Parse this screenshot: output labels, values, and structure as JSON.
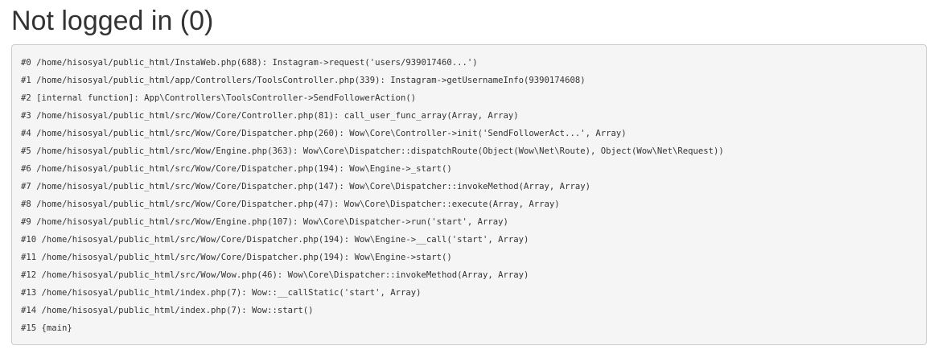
{
  "header": {
    "title": "Not logged in (0)"
  },
  "stack_trace": {
    "lines": [
      "#0 /home/hisosyal/public_html/InstaWeb.php(688): Instagram->request('users/939017460...')",
      "#1 /home/hisosyal/public_html/app/Controllers/ToolsController.php(339): Instagram->getUsernameInfo(9390174608)",
      "#2 [internal function]: App\\Controllers\\ToolsController->SendFollowerAction()",
      "#3 /home/hisosyal/public_html/src/Wow/Core/Controller.php(81): call_user_func_array(Array, Array)",
      "#4 /home/hisosyal/public_html/src/Wow/Core/Dispatcher.php(260): Wow\\Core\\Controller->init('SendFollowerAct...', Array)",
      "#5 /home/hisosyal/public_html/src/Wow/Engine.php(363): Wow\\Core\\Dispatcher::dispatchRoute(Object(Wow\\Net\\Route), Object(Wow\\Net\\Request))",
      "#6 /home/hisosyal/public_html/src/Wow/Core/Dispatcher.php(194): Wow\\Engine->_start()",
      "#7 /home/hisosyal/public_html/src/Wow/Core/Dispatcher.php(147): Wow\\Core\\Dispatcher::invokeMethod(Array, Array)",
      "#8 /home/hisosyal/public_html/src/Wow/Core/Dispatcher.php(47): Wow\\Core\\Dispatcher::execute(Array, Array)",
      "#9 /home/hisosyal/public_html/src/Wow/Engine.php(107): Wow\\Core\\Dispatcher->run('start', Array)",
      "#10 /home/hisosyal/public_html/src/Wow/Core/Dispatcher.php(194): Wow\\Engine->__call('start', Array)",
      "#11 /home/hisosyal/public_html/src/Wow/Core/Dispatcher.php(194): Wow\\Engine->start()",
      "#12 /home/hisosyal/public_html/src/Wow/Wow.php(46): Wow\\Core\\Dispatcher::invokeMethod(Array, Array)",
      "#13 /home/hisosyal/public_html/index.php(7): Wow::__callStatic('start', Array)",
      "#14 /home/hisosyal/public_html/index.php(7): Wow::start()",
      "#15 {main}"
    ]
  }
}
